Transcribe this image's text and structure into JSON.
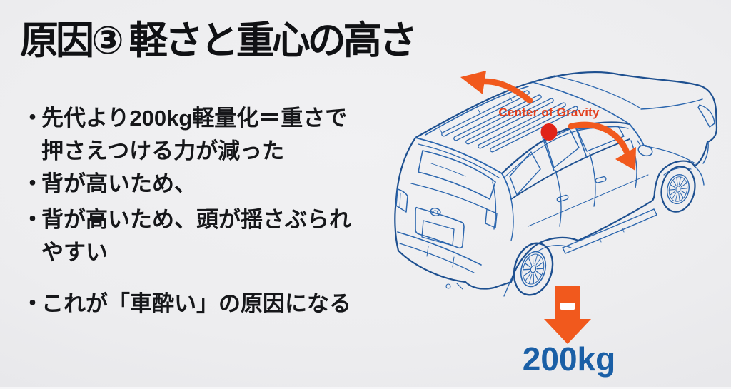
{
  "slide": {
    "title": "原因③ 軽さと重心の高さ",
    "bullet_marker": "・",
    "bullets": [
      {
        "lines": [
          "先代より200kg軽量化＝重さで",
          "押さえつける力が減った"
        ]
      },
      {
        "lines": [
          "背が高いため、"
        ]
      },
      {
        "lines": [
          "背が高いため、頭が揺さぶられ",
          "やすい"
        ]
      },
      {
        "lines": [
          "これが「車酔い」の原因になる"
        ]
      }
    ]
  },
  "diagram": {
    "cog_label": "Center of Gravity",
    "weight_label": "200kg"
  },
  "colors": {
    "background": "#ededef",
    "title_text": "#101114",
    "body_text": "#16171a",
    "car_line": "#2b66ae",
    "car_line_dark": "#1e5090",
    "arrow_orange": "#f1591d",
    "cog_dot_red": "#e02418",
    "cog_text_red": "#e2401e",
    "weight_text_blue": "#1a5fa6"
  }
}
